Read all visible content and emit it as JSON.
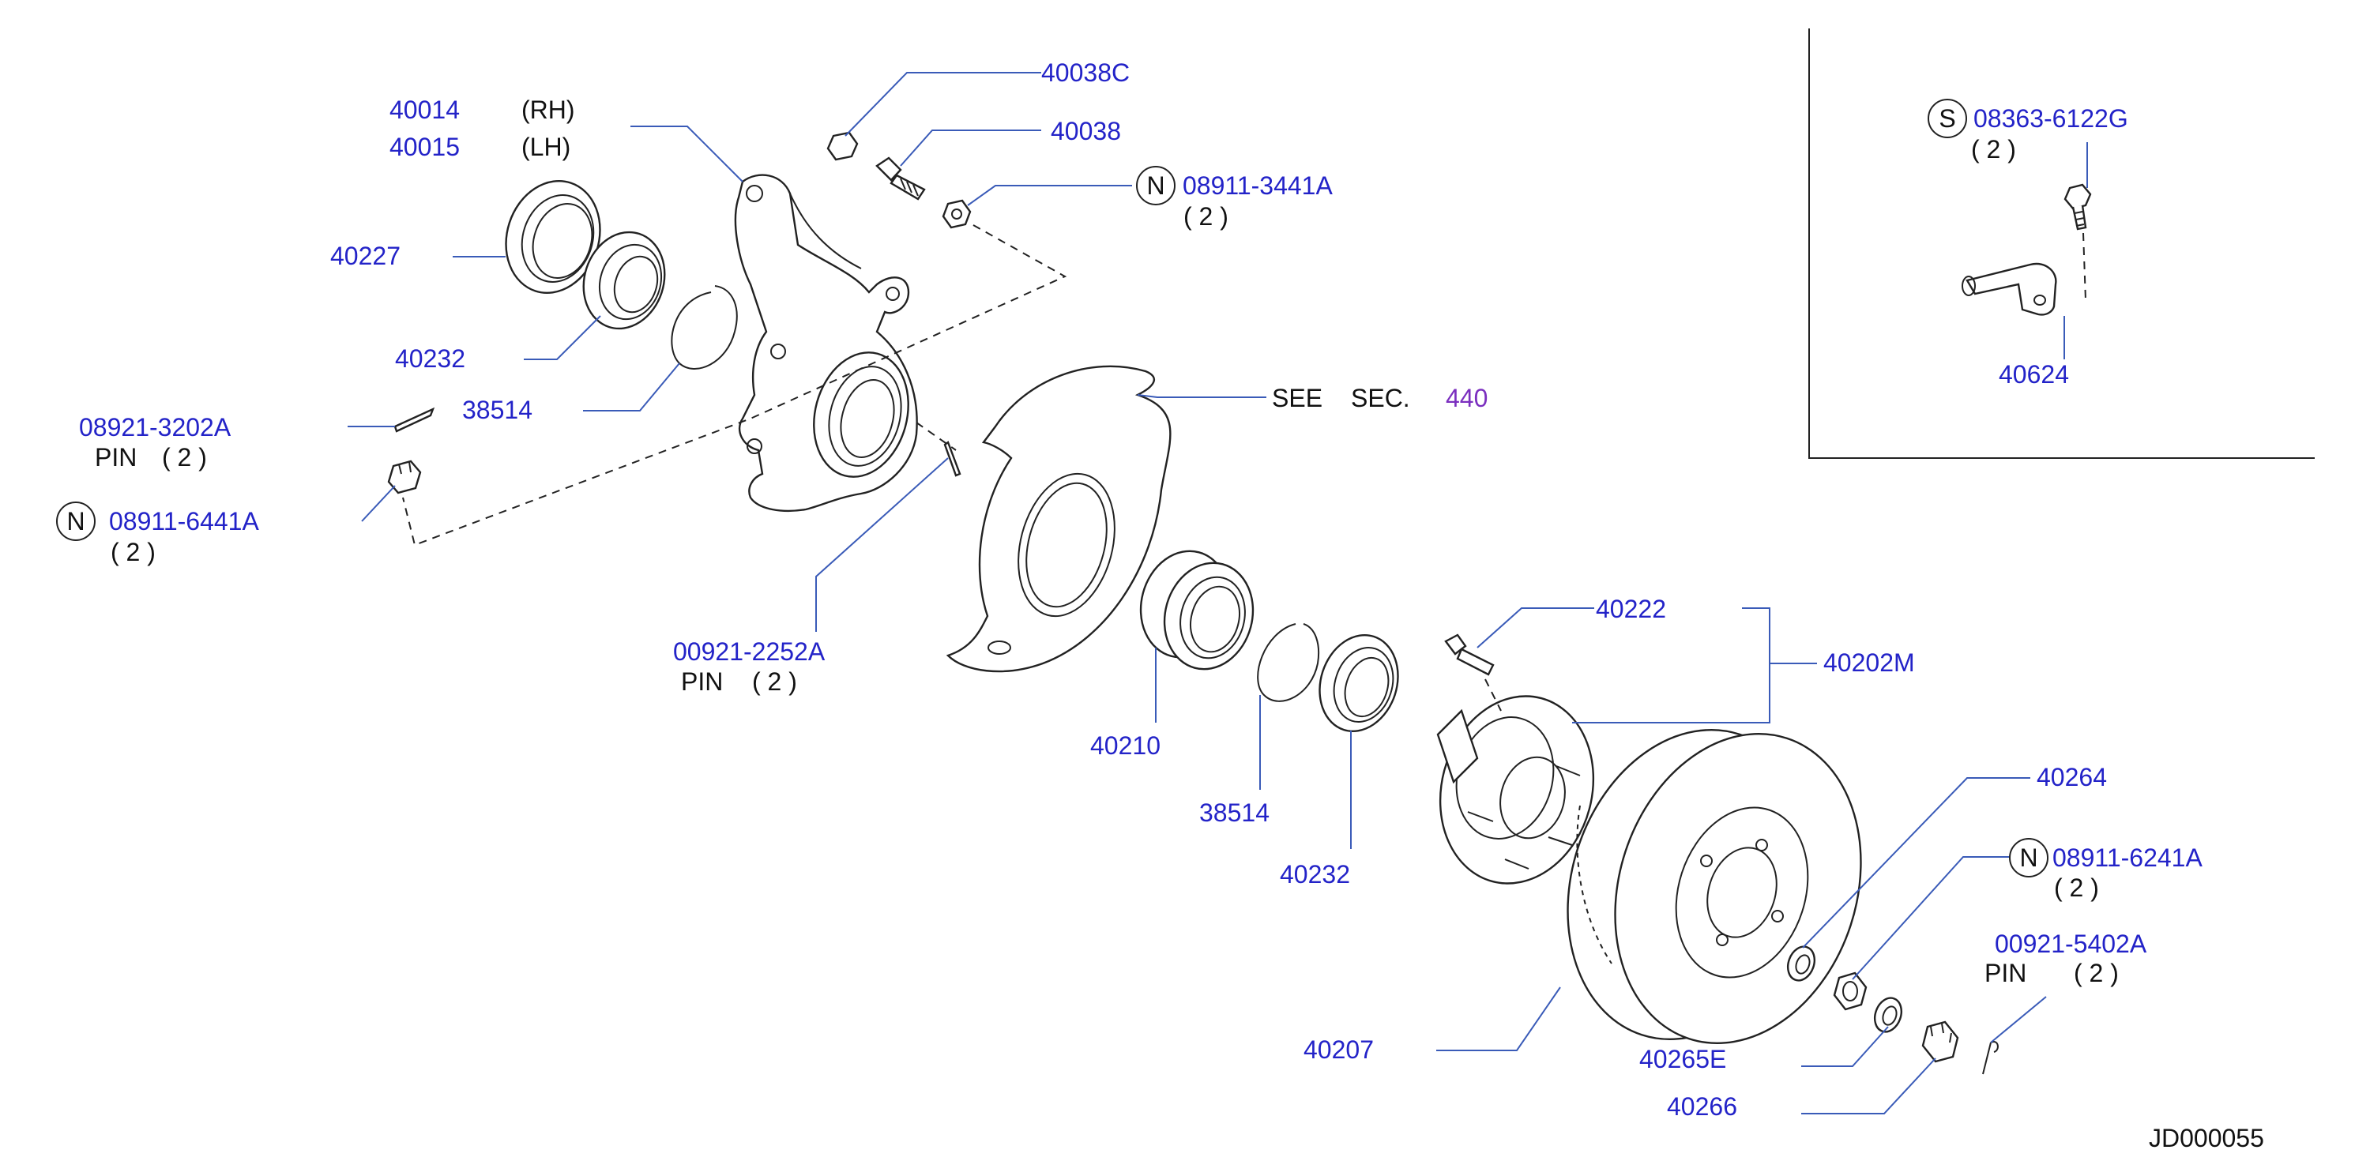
{
  "parts": {
    "p40014": "40014",
    "rh": "(RH)",
    "p40015": "40015",
    "lh": "(LH)",
    "p40227": "40227",
    "p40232a": "40232",
    "p38514a": "38514",
    "p08921": "08921-3202A",
    "pin1": "PIN",
    "qty_pin1": "( 2 )",
    "n1": "N",
    "p08911_6441": "08911-6441A",
    "qty_n1": "( 2 )",
    "p40038c": "40038C",
    "p40038": "40038",
    "n2": "N",
    "p08911_3441": "08911-3441A",
    "qty_n2": "( 2 )",
    "see": "SEE",
    "sec": "SEC.",
    "sec_no": "440",
    "p00921_2252": "00921-2252A",
    "pin2": "PIN",
    "qty_pin2": "( 2 )",
    "p40210": "40210",
    "p38514b": "38514",
    "p40232b": "40232",
    "p40222": "40222",
    "p40202m": "40202M",
    "p40207": "40207",
    "p40264": "40264",
    "n3": "N",
    "p08911_6241": "08911-6241A",
    "qty_n3": "( 2 )",
    "p00921_5402": "00921-5402A",
    "pin3": "PIN",
    "qty_pin3": "( 2 )",
    "p40265e": "40265E",
    "p40266": "40266",
    "s1": "S",
    "p08363": "08363-6122G",
    "qty_s1": "( 2 )",
    "p40624": "40624",
    "diagram_id": "JD000055"
  },
  "colors": {
    "part_number": "#2323c8",
    "section_link": "#7b2fbf",
    "leader": "#3a5bb8",
    "ink": "#111111"
  }
}
